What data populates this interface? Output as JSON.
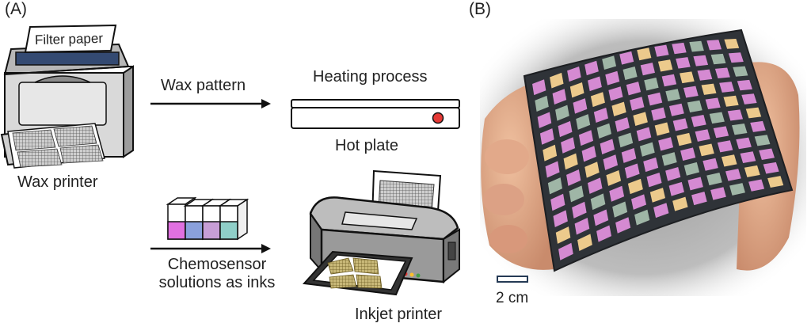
{
  "panels": {
    "a": "(A)",
    "b": "(B)"
  },
  "labels": {
    "filter_paper": "Filter paper",
    "wax_printer": "Wax printer",
    "wax_pattern": "Wax pattern",
    "heating_process": "Heating process",
    "hot_plate": "Hot plate",
    "chemosensor_line1": "Chemosensor",
    "chemosensor_line2": "solutions as inks",
    "inkjet_printer": "Inkjet printer",
    "scale_bar": "2 cm"
  },
  "colors": {
    "ink_magenta": "#e070e0",
    "ink_blue": "#8aa0dc",
    "ink_violet": "#c79ed6",
    "ink_teal": "#8fcfc8",
    "sensor_pink": "#d58ad2",
    "sensor_yellow": "#ecca8c",
    "sensor_green": "#9fb6a6",
    "hot_plate_led": "#e53935"
  }
}
